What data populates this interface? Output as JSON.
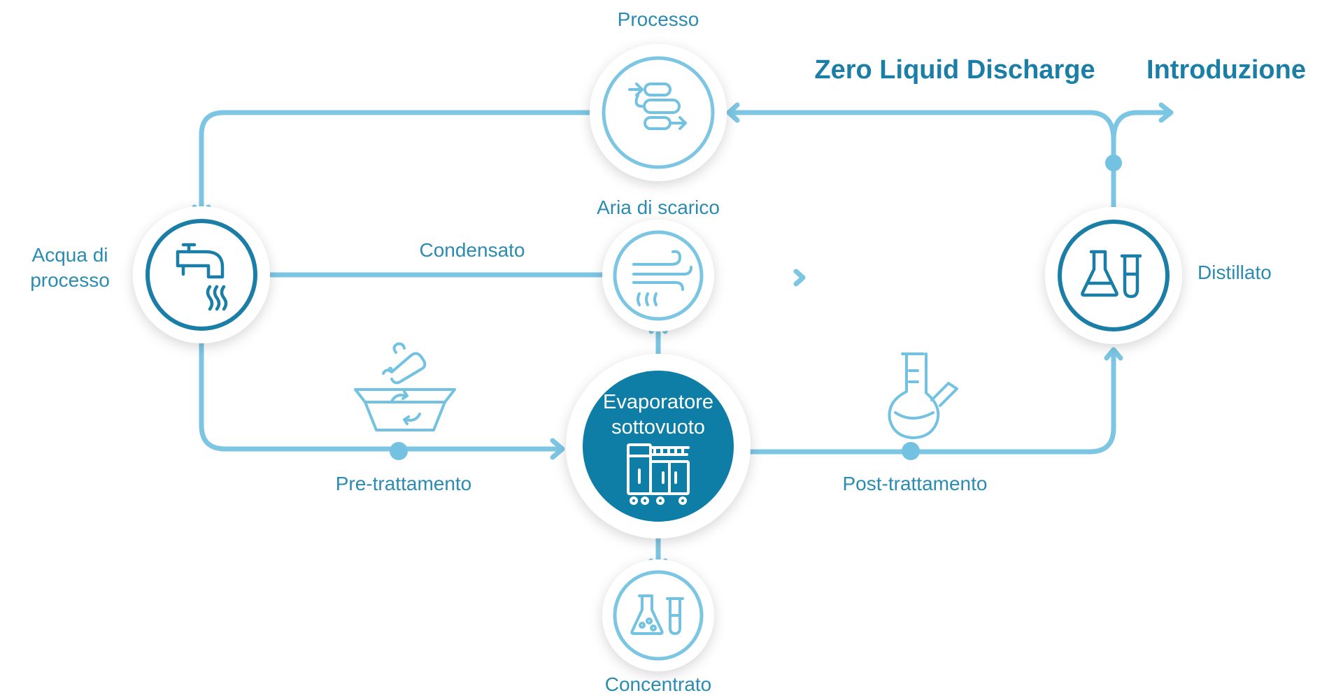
{
  "header": {
    "title": "Zero Liquid Discharge",
    "link": "Introduzione"
  },
  "nodes": {
    "processo": {
      "label": "Processo",
      "icon": "process-flow-icon"
    },
    "aria_scarico": {
      "label": "Aria di scarico",
      "icon": "wind-icon"
    },
    "acqua_processo": {
      "label_line1": "Acqua di",
      "label_line2": "processo",
      "icon": "tap-water-icon"
    },
    "distillato": {
      "label": "Distillato",
      "icon": "flask-testtube-icon"
    },
    "evaporatore": {
      "label_line1": "Evaporatore",
      "label_line2": "sottovuoto",
      "icon": "evaporator-machine-icon"
    },
    "concentrato": {
      "label": "Concentrato",
      "icon": "flask-testtube-icon"
    }
  },
  "edges": {
    "condensato": {
      "label": "Condensato"
    },
    "pre_trattamento": {
      "label": "Pre-trattamento",
      "icon": "basin-chemicals-icon"
    },
    "post_trattamento": {
      "label": "Post-trattamento",
      "icon": "round-flask-icon"
    }
  },
  "colors": {
    "primary_dark": "#1b7ea6",
    "light_blue": "#7cc6e4",
    "text_blue": "#2b8bb0",
    "center_fill": "#0e7ea6"
  }
}
